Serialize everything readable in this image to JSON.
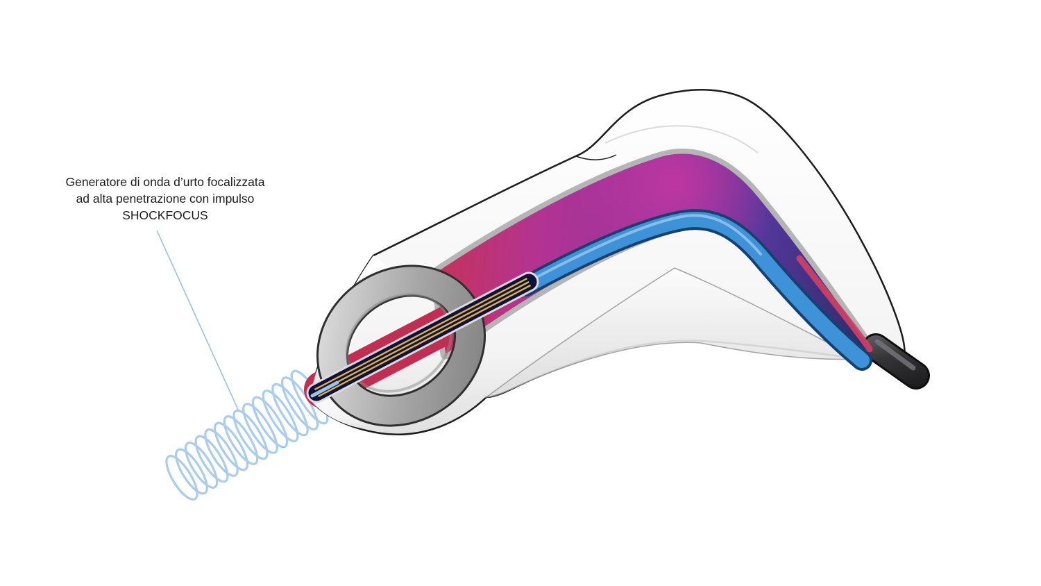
{
  "page": {
    "background": "#ffffff"
  },
  "annotation": {
    "lines": [
      "Generatore di onda d’urto focalizzata",
      "ad alta penetrazione con impulso",
      "SHOCKFOCUS"
    ]
  },
  "colors": {
    "leader_line": "#8fbede",
    "coil": "#a9cdec",
    "focus_chamber_red": "#c22e52",
    "electrode_wire_yellow": "#d9b441",
    "conduit_blue": "#3e92d8",
    "band_magenta": "#b13394",
    "band_navy": "#2c2c66",
    "cable_gray": "#333336",
    "shell_white": "#ffffff"
  },
  "diagram": {
    "parts": [
      {
        "name": "shockwave-coil"
      },
      {
        "name": "handpiece-shell"
      },
      {
        "name": "cutaway-channel"
      },
      {
        "name": "blue-conduit"
      },
      {
        "name": "electrode-probe"
      },
      {
        "name": "collar-ring"
      },
      {
        "name": "power-cable"
      },
      {
        "name": "leader-line"
      }
    ]
  }
}
